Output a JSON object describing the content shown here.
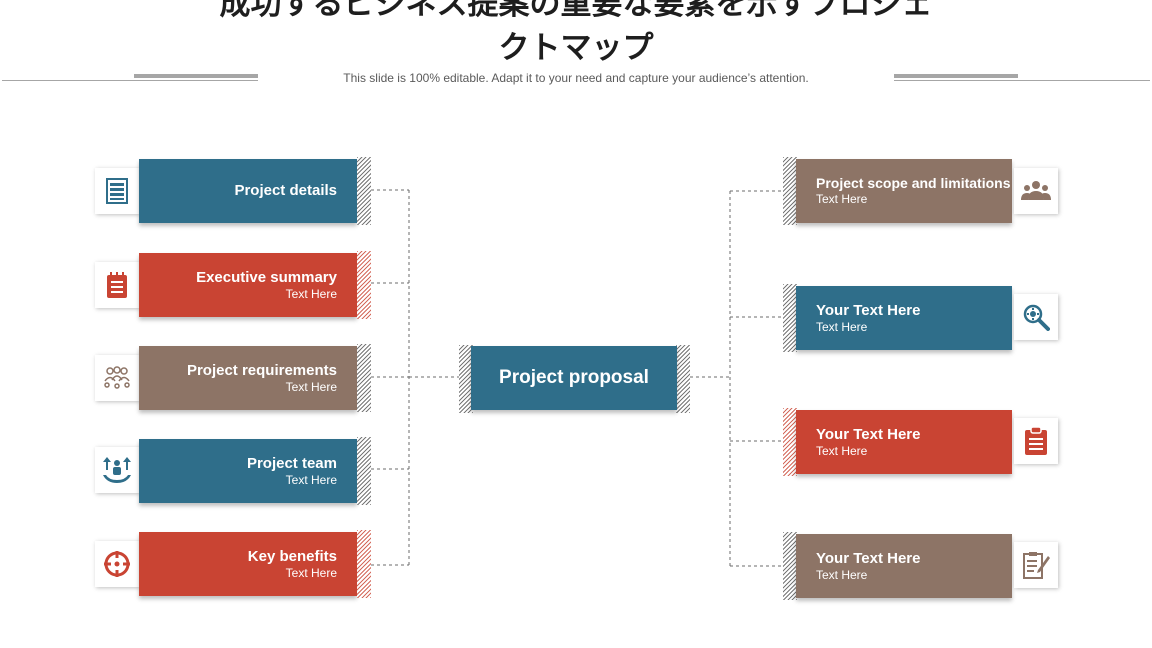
{
  "title": {
    "line1": "成功するビジネス提案の重要な要素を示すプロジェ",
    "line2": "クトマップ"
  },
  "subtitle": "This slide is 100% editable. Adapt it to your need and capture your audience’s attention.",
  "center": {
    "label": "Project proposal",
    "color": "#2f6e8a"
  },
  "left_items": [
    {
      "head": "Project details",
      "sub": "",
      "color": "#2f6e8a",
      "icon": "document-list-icon",
      "icon_color": "#2f6e8a"
    },
    {
      "head": "Executive summary",
      "sub": "Text Here",
      "color": "#c94433",
      "icon": "notepad-icon",
      "icon_color": "#c94433"
    },
    {
      "head": "Project requirements",
      "sub": "Text Here",
      "color": "#8d7466",
      "icon": "team-group-icon",
      "icon_color": "#8d7466"
    },
    {
      "head": "Project team",
      "sub": "Text Here",
      "color": "#2f6e8a",
      "icon": "team-growth-icon",
      "icon_color": "#2f6e8a"
    },
    {
      "head": "Key benefits",
      "sub": "Text Here",
      "color": "#c94433",
      "icon": "target-icon",
      "icon_color": "#c94433"
    }
  ],
  "right_items": [
    {
      "head": "Project scope and limitations",
      "sub": "Text Here",
      "color": "#8d7466",
      "icon": "people-icon",
      "icon_color": "#8d7466"
    },
    {
      "head": "Your Text Here",
      "sub": "Text Here",
      "color": "#2f6e8a",
      "icon": "search-gear-icon",
      "icon_color": "#2f6e8a"
    },
    {
      "head": "Your Text Here",
      "sub": "Text Here",
      "color": "#c94433",
      "icon": "clipboard-icon",
      "icon_color": "#c94433"
    },
    {
      "head": "Your Text Here",
      "sub": "Text Here",
      "color": "#8d7466",
      "icon": "checklist-pen-icon",
      "icon_color": "#8d7466"
    }
  ]
}
